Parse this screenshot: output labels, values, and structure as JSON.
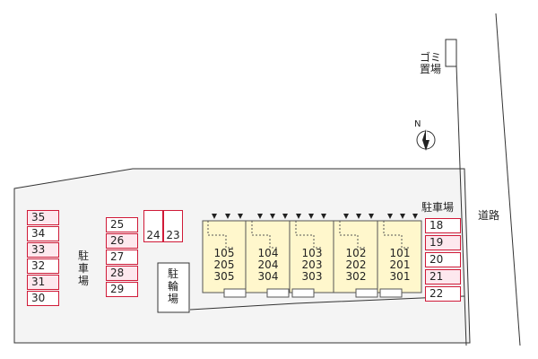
{
  "labels": {
    "parking_left": "駐車場",
    "parking_right": "駐車場",
    "bicycle": "駐輪場",
    "road": "道路",
    "garbage_line1": "ゴミ",
    "garbage_line2": "置場",
    "north": "N"
  },
  "parking_col1": [
    "35",
    "34",
    "33",
    "32",
    "31",
    "30"
  ],
  "parking_col2": [
    "25",
    "26",
    "27",
    "28",
    "29"
  ],
  "parking_pair": [
    "24",
    "23"
  ],
  "parking_right": [
    "18",
    "19",
    "20",
    "21",
    "22"
  ],
  "units": [
    {
      "rooms": [
        "105",
        "205",
        "305"
      ]
    },
    {
      "rooms": [
        "104",
        "204",
        "304"
      ]
    },
    {
      "rooms": [
        "103",
        "203",
        "303"
      ]
    },
    {
      "rooms": [
        "102",
        "202",
        "302"
      ]
    },
    {
      "rooms": [
        "101",
        "201",
        "301"
      ]
    }
  ],
  "colors": {
    "parking_border": "#d01a38",
    "parking_fill_pink": "#fde8ee",
    "building_fill": "#fff7cc",
    "site_fill": "#f4f4f4",
    "line": "#333333"
  }
}
